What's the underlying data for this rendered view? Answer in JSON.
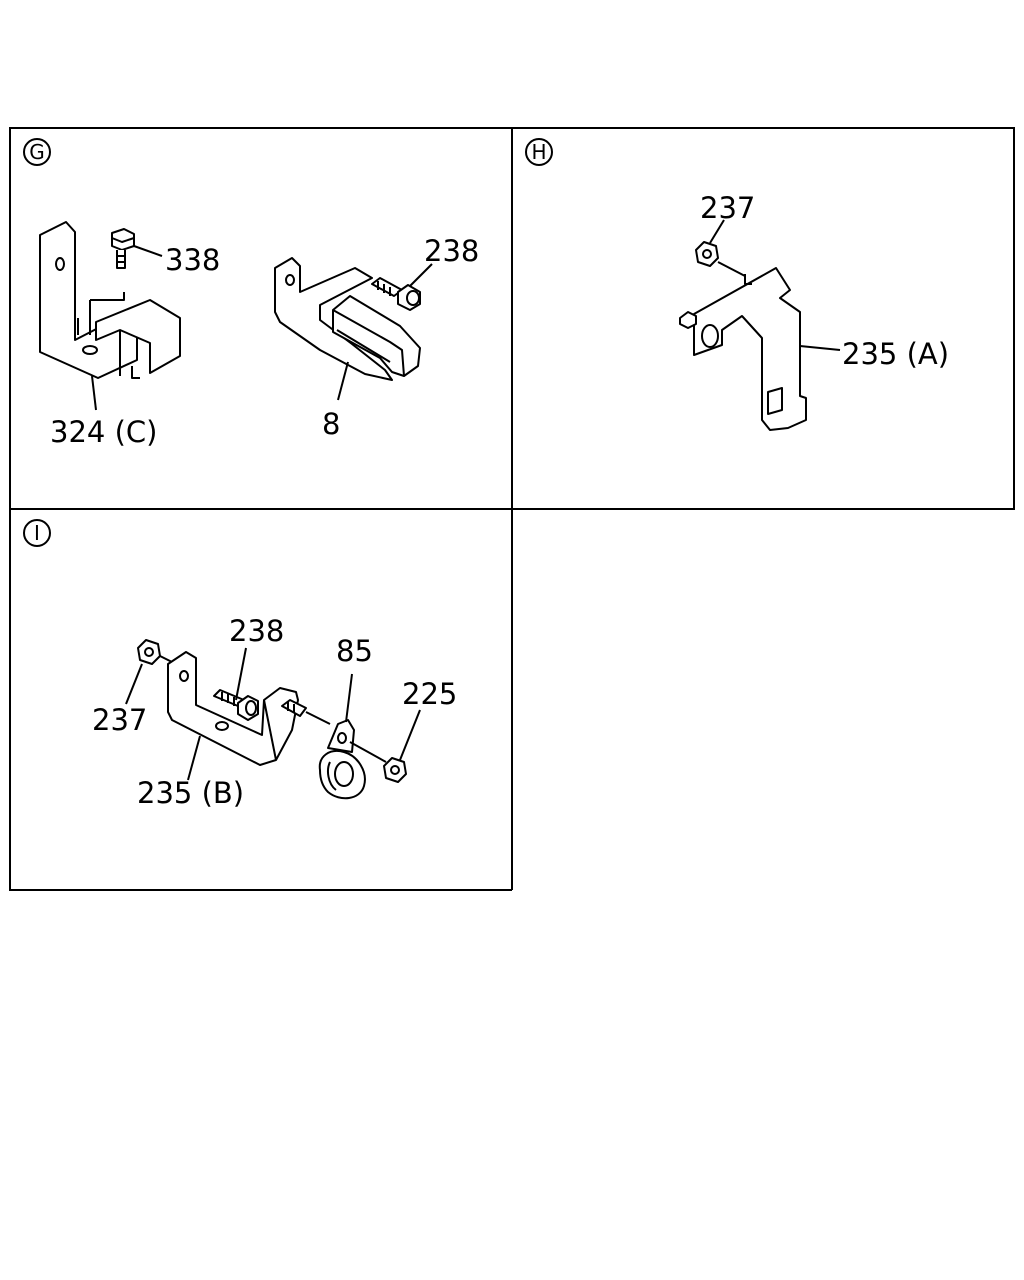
{
  "panels": [
    {
      "id": "G",
      "callouts": {
        "bolt_338": "338",
        "bracket_324c": "324 (C)",
        "bolt_238": "238",
        "bracket_8": "8"
      }
    },
    {
      "id": "H",
      "callouts": {
        "nut_237": "237",
        "bracket_235a": "235 (A)"
      }
    },
    {
      "id": "I",
      "callouts": {
        "bolt_238": "238",
        "clip_85": "85",
        "nut_225": "225",
        "nut_237": "237",
        "bracket_235b": "235 (B)"
      }
    }
  ]
}
